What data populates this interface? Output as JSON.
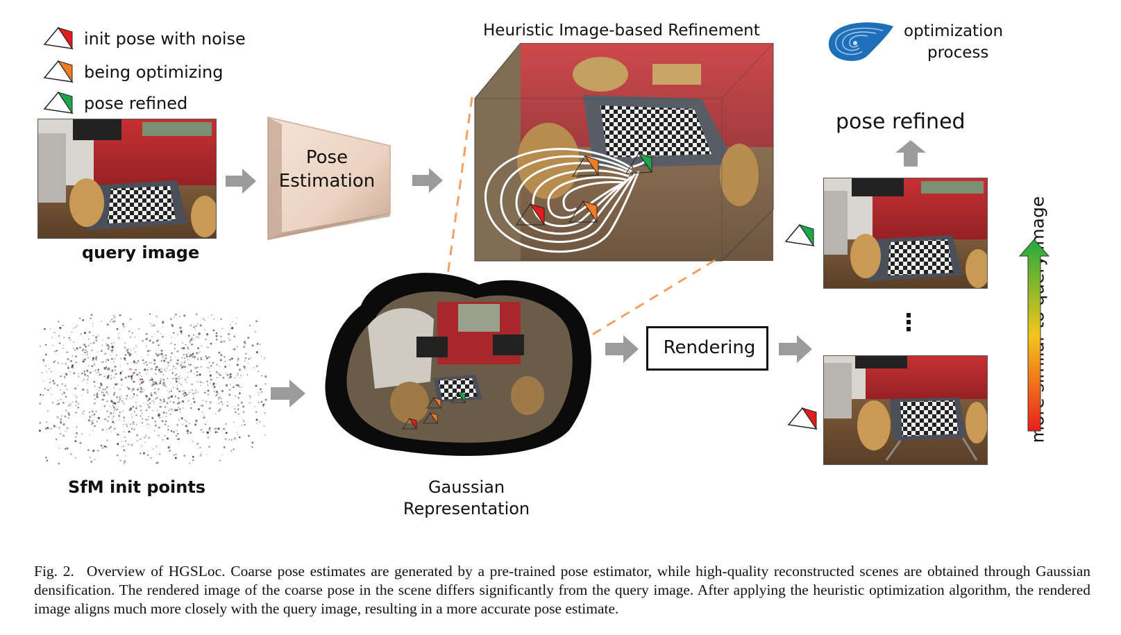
{
  "legend": [
    {
      "label": "init pose with noise",
      "color": "#e11d1d"
    },
    {
      "label": "being optimizing",
      "color": "#f07c24"
    },
    {
      "label": "pose refined",
      "color": "#1ea64a"
    }
  ],
  "labels": {
    "query_image": "query image",
    "pose_estimation_line1": "Pose",
    "pose_estimation_line2": "Estimation",
    "heuristic_title": "Heuristic Image-based Refinement",
    "optimization_line1": "optimization",
    "optimization_line2": "process",
    "pose_refined_top": "pose refined",
    "rendering": "Rendering",
    "sfm": "SfM init points",
    "gaussian_line1": "Gaussian",
    "gaussian_line2": "Representation",
    "similarity_axis": "more similar to query image",
    "ellipsis": "⋮"
  },
  "caption": {
    "figure_number": "Fig. 2.",
    "text": "Overview of HGSLoc. Coarse pose estimates are generated by a pre-trained pose estimator, while high-quality reconstructed scenes are obtained through Gaussian densification. The rendered image of the coarse pose in the scene differs significantly from the query image. After applying the heuristic optimization algorithm, the rendered image aligns much more closely with the query image, resulting in a more accurate pose estimate."
  },
  "colors": {
    "arrow_gray": "#9b9b9b",
    "dashed_orange": "#f0a060",
    "wall_red": "#b8262a",
    "gradient_top": "#1faa3c",
    "gradient_mid": "#f5c51c",
    "gradient_bottom": "#e8201c",
    "spiral_blue": "#1f6fb8"
  }
}
